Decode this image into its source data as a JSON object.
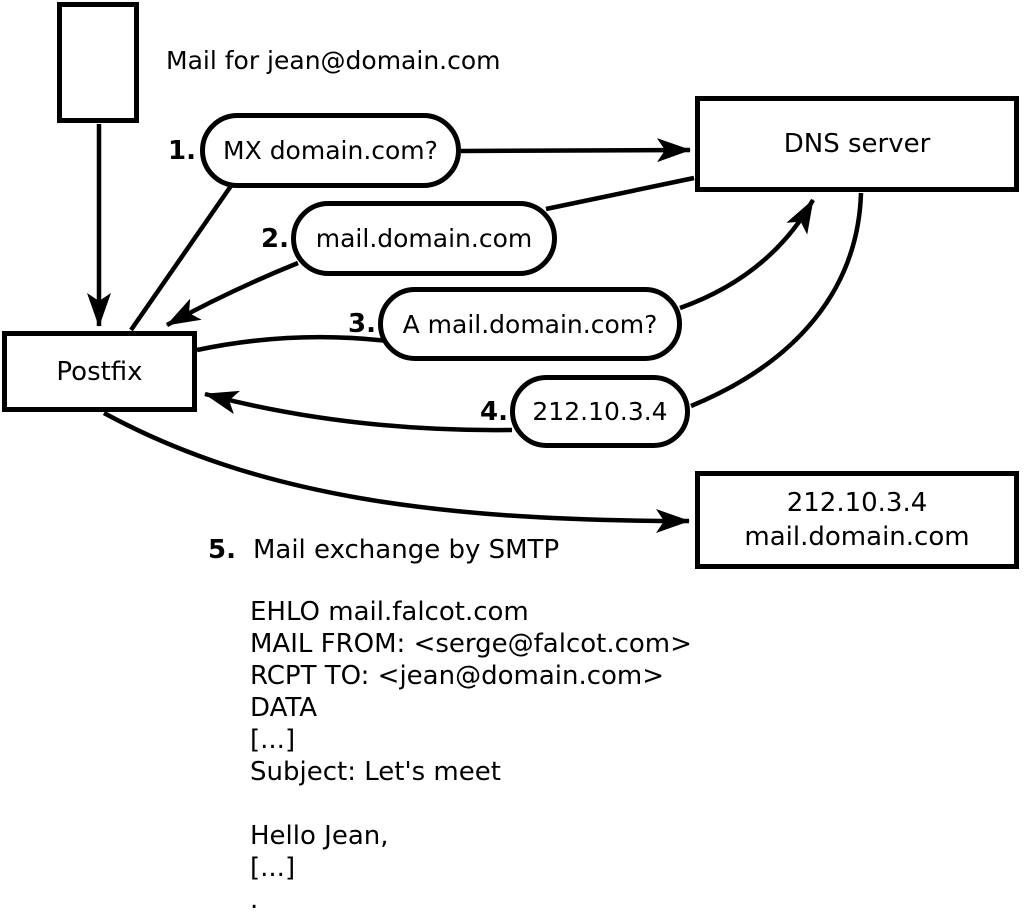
{
  "title": "Mail for jean@domain.com",
  "colors": {
    "ink": "#000000",
    "background": "#ffffff"
  },
  "nodes": {
    "postfix": "Postfix",
    "dns": "DNS server",
    "mail_host_line1": "212.10.3.4",
    "mail_host_line2": "mail.domain.com"
  },
  "steps": [
    {
      "num": "1.",
      "label": "MX domain.com?"
    },
    {
      "num": "2.",
      "label": "mail.domain.com"
    },
    {
      "num": "3.",
      "label": "A mail.domain.com?"
    },
    {
      "num": "4.",
      "label": "212.10.3.4"
    },
    {
      "num": "5.",
      "label": "Mail exchange by SMTP"
    }
  ],
  "smtp_session": [
    "EHLO mail.falcot.com",
    "MAIL FROM: <serge@falcot.com>",
    "RCPT TO: <jean@domain.com>",
    "DATA",
    "[...]",
    "Subject: Let's meet",
    "",
    "Hello Jean,",
    "[...]",
    "."
  ]
}
